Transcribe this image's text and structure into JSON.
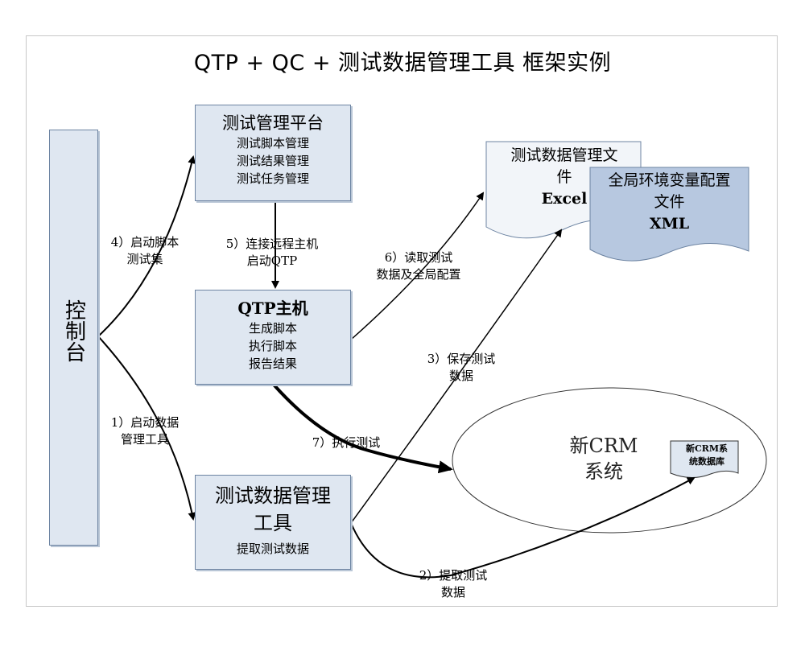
{
  "title": "QTP + QC + 测试数据管理工具 框架实例",
  "console": {
    "chars": [
      "控",
      "制",
      "台"
    ]
  },
  "test_mgmt_platform": {
    "title": "测试管理平台",
    "items": [
      "测试脚本管理",
      "测试结果管理",
      "测试任务管理"
    ]
  },
  "qtp_host": {
    "title": "QTP主机",
    "items": [
      "生成脚本",
      "执行脚本",
      "报告结果"
    ]
  },
  "test_data_tool": {
    "title": [
      "测试数据管理",
      "工具"
    ],
    "items": [
      "提取测试数据"
    ]
  },
  "excel_doc": {
    "lines": [
      "测试数据管理文",
      "件"
    ],
    "format": "Excel"
  },
  "xml_doc": {
    "lines": [
      "全局环境变量配置",
      "文件"
    ],
    "format": "XML"
  },
  "crm_system": {
    "lines": [
      "新CRM",
      "系统"
    ]
  },
  "crm_db": {
    "lines": [
      "新CRM系",
      "统数据库"
    ]
  },
  "arrows": {
    "a1": [
      "1）启动数据",
      "管理工具"
    ],
    "a2": [
      "2）提取测试",
      "数据"
    ],
    "a3": [
      "3）保存测试",
      "数据"
    ],
    "a4": [
      "4）启动脚本",
      "测试集"
    ],
    "a5": [
      "5）连接远程主机",
      "启动QTP"
    ],
    "a6": [
      "6）读取测试",
      "数据及全局配置"
    ],
    "a7": "7）执行测试"
  },
  "colors": {
    "box_fill": "#dfe7f1",
    "box_border": "#6d84a2",
    "xml_doc_fill": "#b7c8e0",
    "line": "#000000"
  }
}
